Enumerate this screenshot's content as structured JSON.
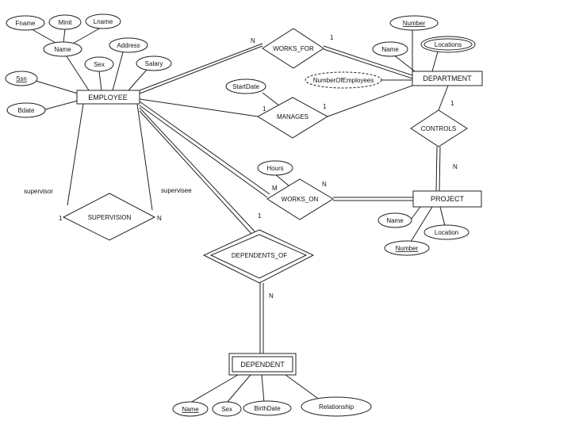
{
  "entities": {
    "employee": "EMPLOYEE",
    "department": "DEPARTMENT",
    "project": "PROJECT",
    "dependent": "DEPENDENT"
  },
  "relationships": {
    "works_for": "WORKS_FOR",
    "manages": "MANAGES",
    "works_on": "WORKS_ON",
    "controls": "CONTROLS",
    "supervision": "SUPERVISION",
    "dependents_of": "DEPENDENTS_OF"
  },
  "attributes": {
    "fname": "Fname",
    "minit": "Minit",
    "lname": "Lname",
    "emp_name": "Name",
    "sex": "Sex",
    "address": "Address",
    "salary": "Salary",
    "ssn": "Ssn",
    "bdate": "Bdate",
    "dept_number": "Number",
    "dept_name": "Name",
    "locations": "Locations",
    "number_of_employees": "NumberOfEmployees",
    "start_date": "StartDate",
    "hours": "Hours",
    "proj_name": "Name",
    "proj_location": "Location",
    "proj_number": "Number",
    "dep_name": "Name",
    "dep_sex": "Sex",
    "birth_date": "BirthDate",
    "relationship": "Relationship"
  },
  "roles": {
    "supervisor": "supervisor",
    "supervisee": "supervisee"
  },
  "cardinalities": {
    "works_for_emp": "N",
    "works_for_dept": "1",
    "manages_emp": "1",
    "manages_dept": "1",
    "controls_dept": "1",
    "controls_proj": "N",
    "works_on_emp": "M",
    "works_on_proj": "N",
    "supervision_supervisor": "1",
    "supervision_supervisee": "N",
    "dependents_of_emp": "1",
    "dependents_of_dep": "N"
  }
}
